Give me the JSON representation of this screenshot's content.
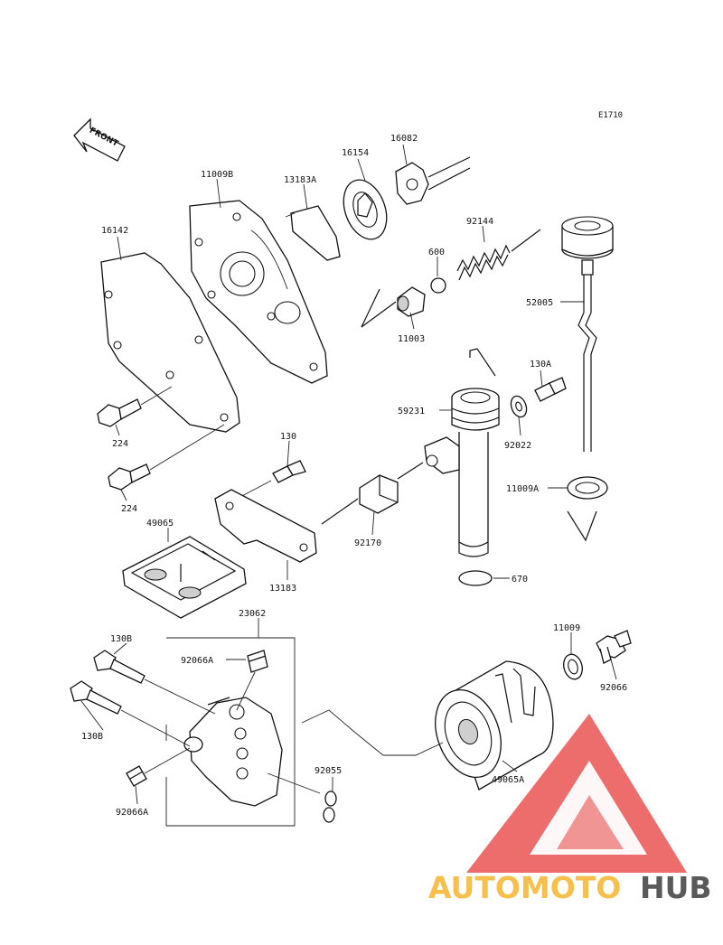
{
  "diagram": {
    "id": "E1710",
    "front_label": "FRONT"
  },
  "parts": {
    "p16142": "16142",
    "p11009B": "11009B",
    "p13183A": "13183A",
    "p16154": "16154",
    "p16082": "16082",
    "p92144": "92144",
    "p600": "600",
    "p11003": "11003",
    "p52005": "52005",
    "p130A": "130A",
    "p59231": "59231",
    "p92022": "92022",
    "p224a": "224",
    "p224b": "224",
    "p130": "130",
    "p11009A": "11009A",
    "p92170": "92170",
    "p49065": "49065",
    "p13183": "13183",
    "p670": "670",
    "p23062": "23062",
    "p130Ba": "130B",
    "p92066Aa": "92066A",
    "p130Bb": "130B",
    "p11009": "11009",
    "p92066": "92066",
    "p92055": "92055",
    "p49065A": "49065A",
    "p92066Ab": "92066A"
  },
  "watermark": {
    "part1": "AUTOMOTO",
    "part2": "HUB",
    "color1": "#f7b733",
    "color2": "#444444",
    "logo_color": "#e63b3b"
  }
}
